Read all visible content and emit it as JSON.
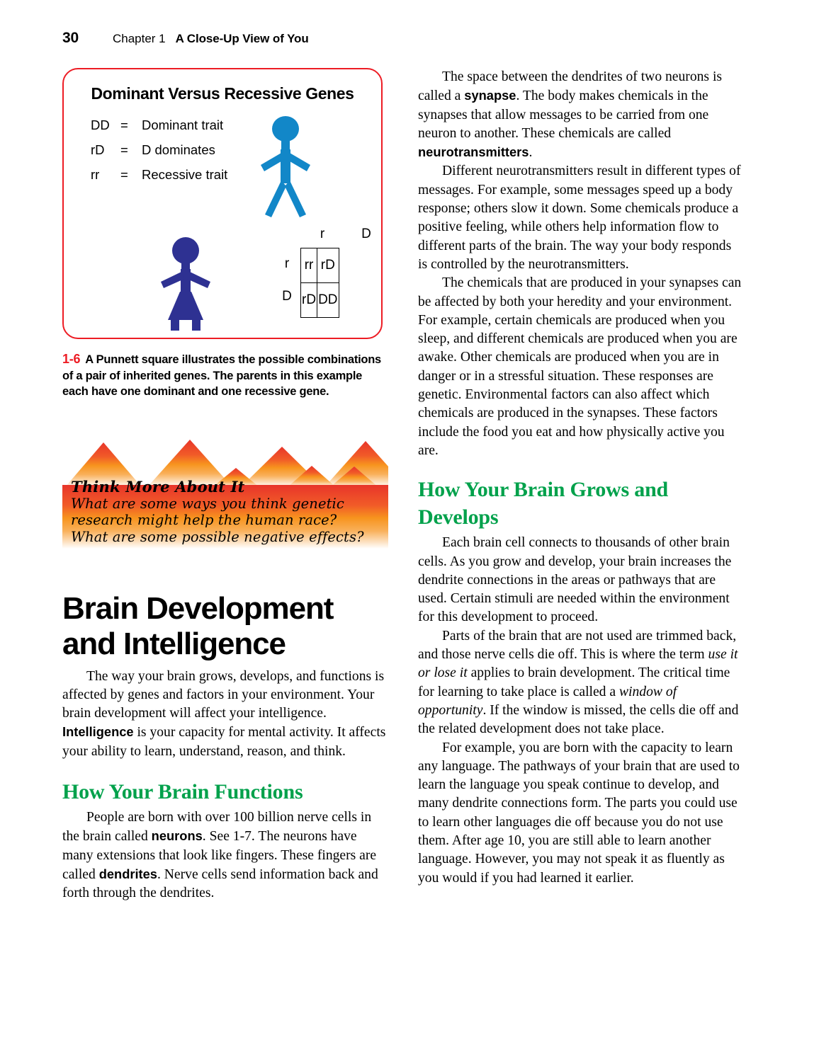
{
  "running_head": {
    "folio": "30",
    "chapter": "Chapter 1",
    "chapter_title": "A Close-Up View of You"
  },
  "figure": {
    "title": "Dominant Versus Recessive Genes",
    "legend": [
      {
        "code": "DD",
        "eq": "=",
        "meaning": "Dominant trait"
      },
      {
        "code": "rD",
        "eq": "=",
        "meaning": "D dominates"
      },
      {
        "code": "rr",
        "eq": "=",
        "meaning": "Recessive trait"
      }
    ],
    "punnett": {
      "col_headers": [
        "r",
        "D"
      ],
      "row_headers": [
        "r",
        "D"
      ],
      "cells": [
        [
          "rr",
          "rD"
        ],
        [
          "rD",
          "DD"
        ]
      ]
    },
    "people": {
      "male_color": "#1287C8",
      "female_color": "#2E3192"
    },
    "border_color": "#ED1C24",
    "caption_number": "1-6",
    "caption_text": "A Punnett square illustrates the possible combinations of a pair of inherited genes. The parents in this example each have one dominant and one recessive gene."
  },
  "think_box": {
    "title": "Think More About It",
    "body": "What are some ways you think genetic research might help the human race? What are some possible negative effects?",
    "peak_color": "#E8352A",
    "base_color": "#F7941E"
  },
  "left_column": {
    "section_title": "Brain Development and Intelligence",
    "intro_paragraph": {
      "before": "The way your brain grows, develops, and functions is affected by genes and factors in your environment. Your brain development will affect your intelligence. ",
      "bold_term": "Intelligence",
      "after": " is your capacity for mental activity. It affects your ability to learn, understand, reason, and think."
    },
    "subheading": "How Your Brain Functions",
    "paragraph_2": {
      "part1": "People are born with over 100 billion nerve cells in the brain called ",
      "bold1": "neurons",
      "part2": ". See 1-7. The neurons have many extensions that look like fingers. These fingers are called ",
      "bold2": "dendrites",
      "part3": ". Nerve cells send information back and forth through the dendrites."
    }
  },
  "right_column": {
    "paragraph_1": {
      "part1": "The space between the dendrites of two neurons is called a ",
      "bold1": "synapse",
      "part2": ". The body makes chemicals in the synapses that allow messages to be carried from one neuron to another. These chemicals are called ",
      "bold2": "neurotransmitters",
      "part3": "."
    },
    "paragraph_2": "Different neurotransmitters result in different types of messages. For example, some messages speed up a body response; others slow it down. Some chemicals produce a positive feeling, while others help information flow to different parts of the brain. The way your body responds is controlled by the neurotransmitters.",
    "paragraph_3": "The chemicals that are produced in your synapses can be affected by both your heredity and your environment. For example, certain chemicals are produced when you sleep, and different chemicals are produced when you are awake. Other chemicals are produced when you are in danger or in a stressful situation. These responses are genetic. Environmental factors can also affect which chemicals are produced in the synapses. These factors include the food you eat and how physically active you are.",
    "subheading": "How Your Brain Grows and Develops",
    "paragraph_4": "Each brain cell connects to thousands of other brain cells. As you grow and develop, your brain increases the dendrite connections in the areas or pathways that are used. Certain stimuli are needed within the environment for this development to proceed.",
    "paragraph_5": {
      "part1": "Parts of the brain that are not used are trimmed back, and those nerve cells die off. This is where the term ",
      "italic1": "use it or lose it",
      "part2": " applies to brain development. The critical time for learning to take place is called a ",
      "italic2": "window of opportunity",
      "part3": ". If the window is missed, the cells die off and the related development does not take place."
    },
    "paragraph_6": "For example, you are born with the capacity to learn any language. The pathways of your brain that are used to learn the language you speak continue to develop, and many dendrite connections form. The parts you could use to learn other languages die off because you do not use them. After age 10, you are still able to learn another language. However, you may not speak it as fluently as you would if you had learned it earlier."
  }
}
